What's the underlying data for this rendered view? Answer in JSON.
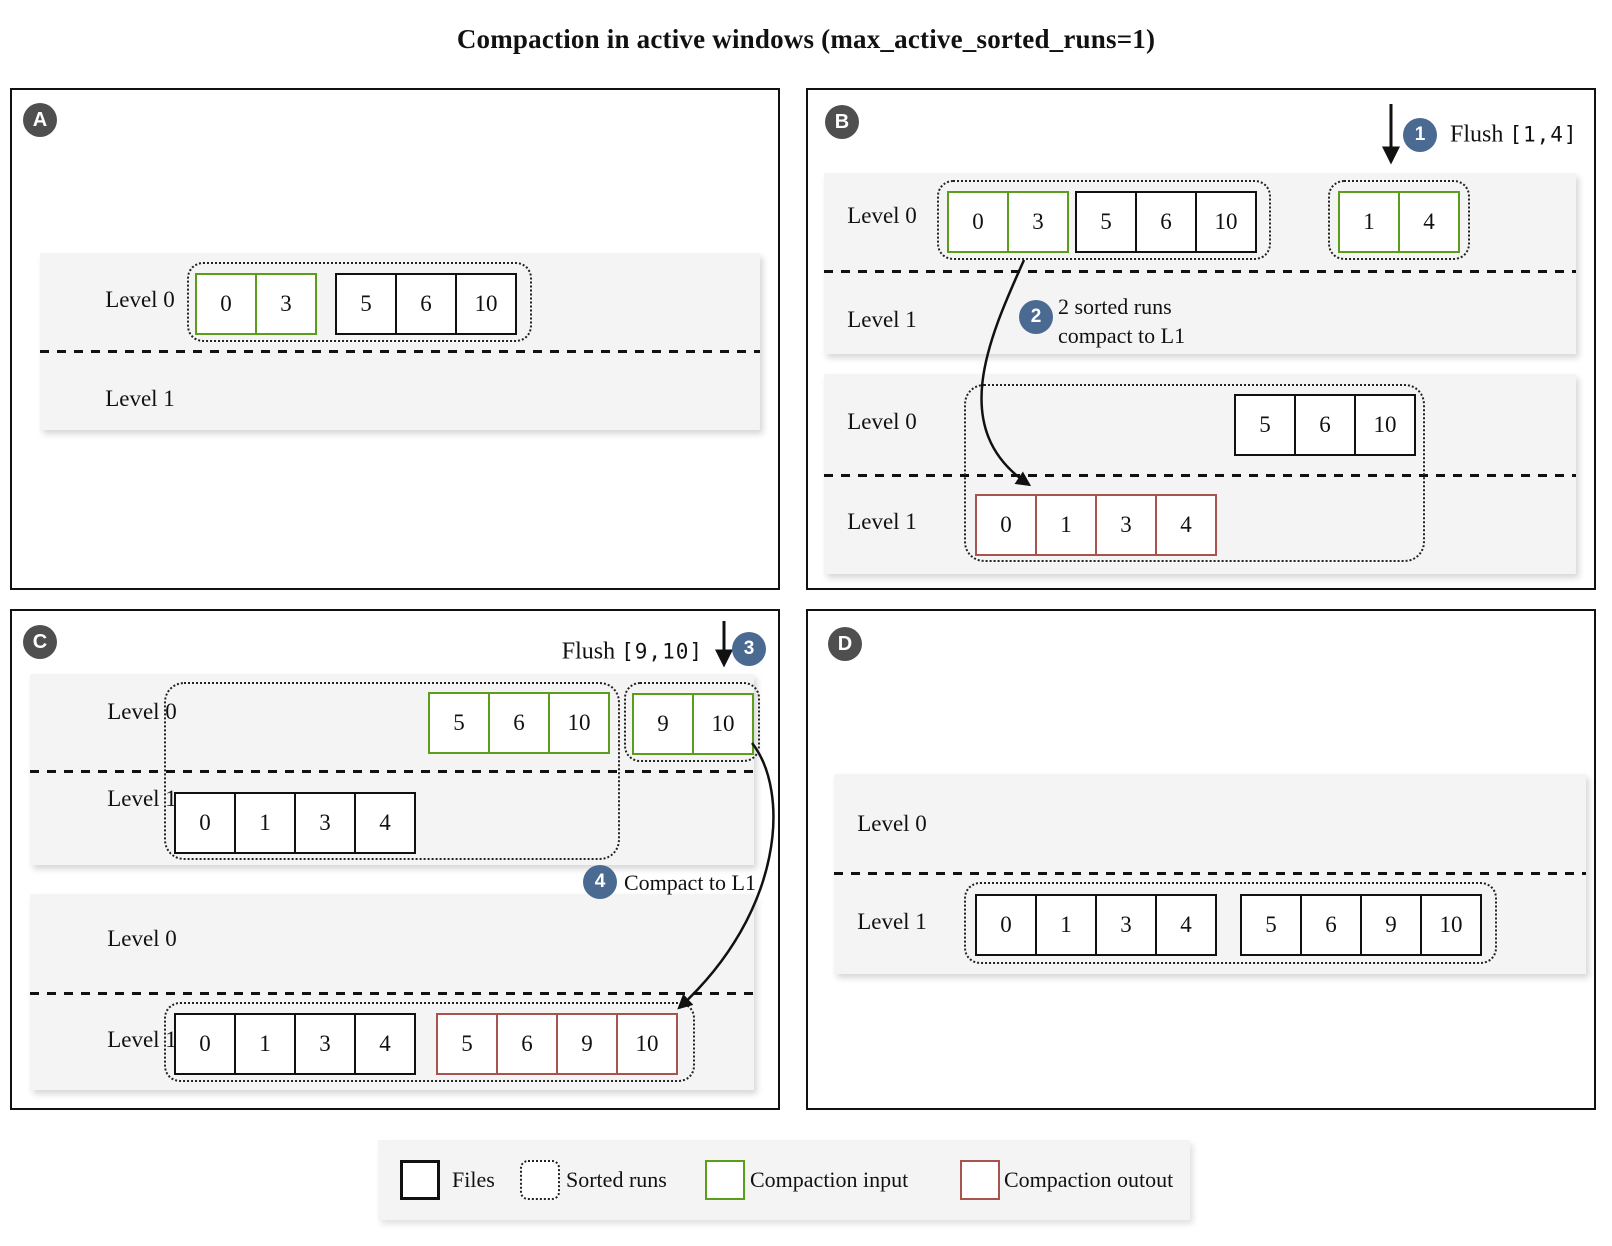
{
  "title": "Compaction in active windows (max_active_sorted_runs=1)",
  "levels": {
    "l0": "Level 0",
    "l1": "Level 1"
  },
  "colors": {
    "file_border": "#111111",
    "compaction_input": "#5b9e1c",
    "compaction_output": "#a9534e",
    "step_badge": "#4a6a92",
    "panel_badge": "#4f4f4f",
    "band_background": "#f4f4f4"
  },
  "panels": {
    "a": {
      "label": "A",
      "state": {
        "run1": [
          "0",
          "3"
        ],
        "run2": [
          "5",
          "6",
          "10"
        ]
      }
    },
    "b": {
      "label": "B",
      "flush": {
        "step": "1",
        "action": "Flush",
        "range": "[1,4]"
      },
      "note": {
        "step": "2",
        "line1": "2 sorted runs",
        "line2": "compact to L1"
      },
      "before": {
        "run1": [
          "0",
          "3"
        ],
        "run2": [
          "5",
          "6",
          "10"
        ],
        "run3": [
          "1",
          "4"
        ]
      },
      "after": {
        "run1": [
          "5",
          "6",
          "10"
        ],
        "run2": [
          "0",
          "1",
          "3",
          "4"
        ]
      }
    },
    "c": {
      "label": "C",
      "flush": {
        "step": "3",
        "action": "Flush",
        "range": "[9,10]"
      },
      "compact": {
        "step": "4",
        "text": "Compact to L1"
      },
      "before": {
        "run1": [
          "5",
          "6",
          "10"
        ],
        "run2": [
          "9",
          "10"
        ],
        "run3": [
          "0",
          "1",
          "3",
          "4"
        ]
      },
      "after": {
        "run1": [
          "0",
          "1",
          "3",
          "4"
        ],
        "run2": [
          "5",
          "6",
          "9",
          "10"
        ]
      }
    },
    "d": {
      "label": "D",
      "state": {
        "run1": [
          "0",
          "1",
          "3",
          "4"
        ],
        "run2": [
          "5",
          "6",
          "9",
          "10"
        ]
      }
    }
  },
  "legend": {
    "files": "Files",
    "sorted_runs": "Sorted runs",
    "compaction_input": "Compaction input",
    "compaction_output": "Compaction outout"
  }
}
